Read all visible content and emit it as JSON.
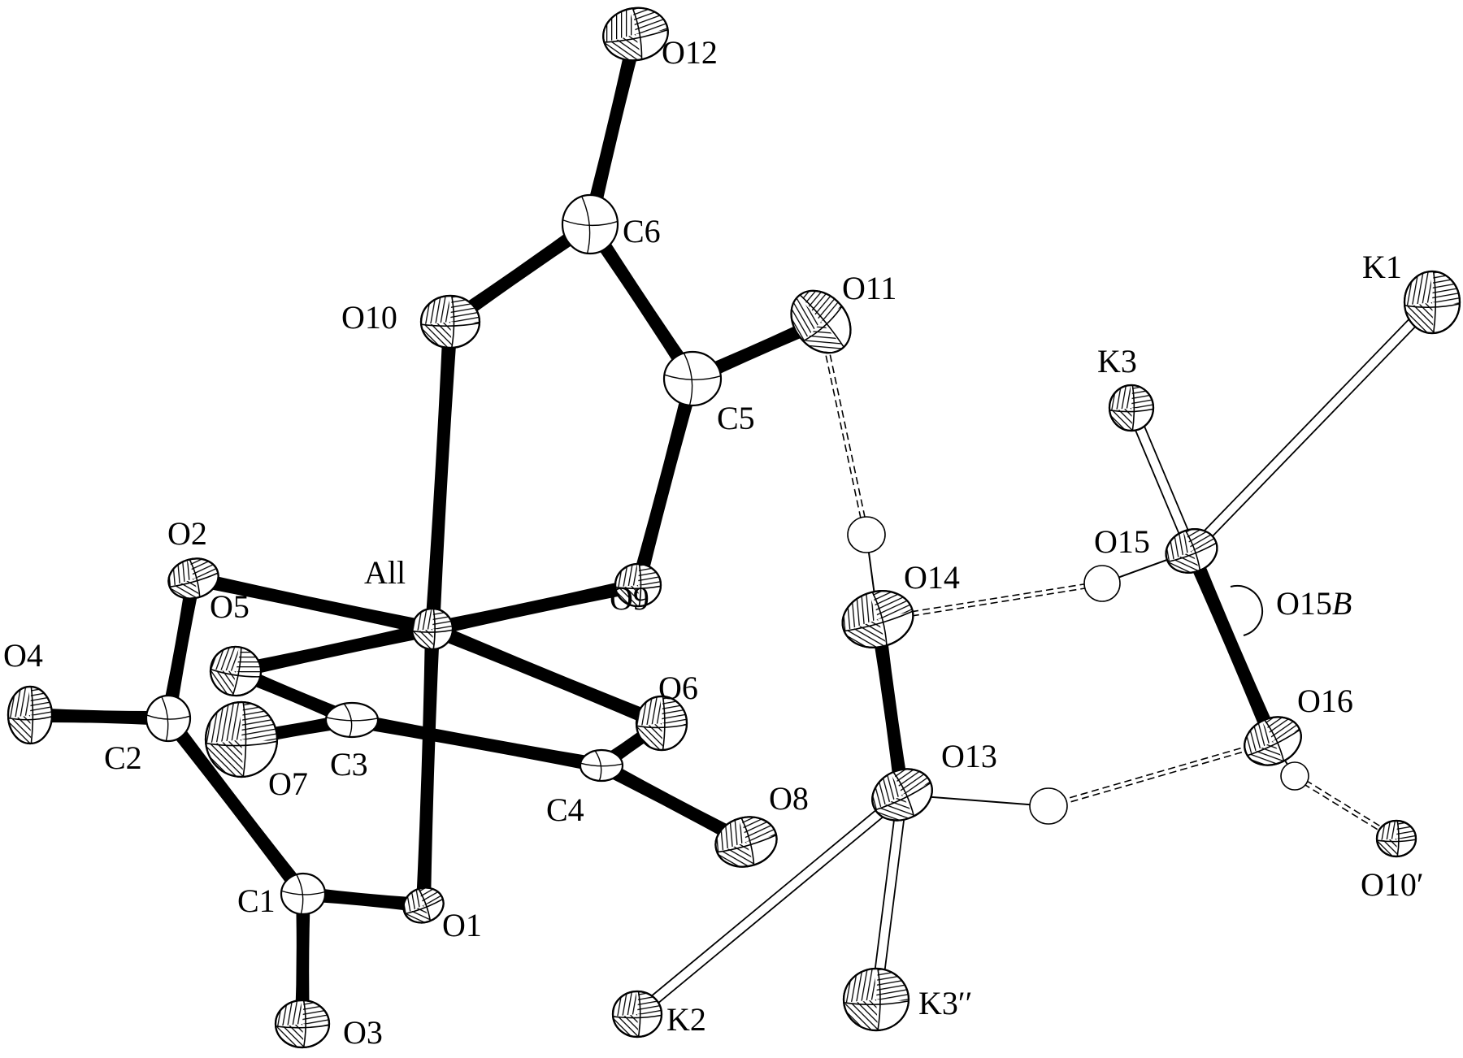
{
  "atoms": [
    {
      "id": "Al1",
      "label": "All"
    },
    {
      "id": "O1",
      "label": "O1"
    },
    {
      "id": "O2",
      "label": "O2"
    },
    {
      "id": "O3",
      "label": "O3"
    },
    {
      "id": "O4",
      "label": "O4"
    },
    {
      "id": "O5",
      "label": "O5"
    },
    {
      "id": "O6",
      "label": "O6"
    },
    {
      "id": "O7",
      "label": "O7"
    },
    {
      "id": "O8",
      "label": "O8"
    },
    {
      "id": "O9",
      "label": "O9"
    },
    {
      "id": "O10",
      "label": "O10"
    },
    {
      "id": "O11",
      "label": "O11"
    },
    {
      "id": "O12",
      "label": "O12"
    },
    {
      "id": "O13",
      "label": "O13"
    },
    {
      "id": "O14",
      "label": "O14"
    },
    {
      "id": "O15",
      "label": "O15"
    },
    {
      "id": "O15B",
      "label_main": "O15",
      "label_suffix": "B"
    },
    {
      "id": "O16",
      "label": "O16"
    },
    {
      "id": "O10p",
      "label": "O10′"
    },
    {
      "id": "C1",
      "label": "C1"
    },
    {
      "id": "C2",
      "label": "C2"
    },
    {
      "id": "C3",
      "label": "C3"
    },
    {
      "id": "C4",
      "label": "C4"
    },
    {
      "id": "C5",
      "label": "C5"
    },
    {
      "id": "C6",
      "label": "C6"
    },
    {
      "id": "K1",
      "label": "K1"
    },
    {
      "id": "K2",
      "label": "K2"
    },
    {
      "id": "K3",
      "label": "K3"
    },
    {
      "id": "K3pp",
      "label": "K3′′"
    }
  ],
  "bonds": {
    "solid": [
      [
        "Al1",
        "O10"
      ],
      [
        "Al1",
        "O9"
      ],
      [
        "Al1",
        "O2"
      ],
      [
        "Al1",
        "O5"
      ],
      [
        "Al1",
        "O6"
      ],
      [
        "Al1",
        "O1"
      ],
      [
        "O10",
        "C6"
      ],
      [
        "C6",
        "O12"
      ],
      [
        "C6",
        "C5"
      ],
      [
        "C5",
        "O11"
      ],
      [
        "C5",
        "O9"
      ],
      [
        "O2",
        "C2"
      ],
      [
        "C2",
        "O4"
      ],
      [
        "C2",
        "C1"
      ],
      [
        "C1",
        "O1"
      ],
      [
        "C1",
        "O3"
      ],
      [
        "O5",
        "C3"
      ],
      [
        "C3",
        "O7"
      ],
      [
        "C3",
        "C4"
      ],
      [
        "C4",
        "O6"
      ],
      [
        "C4",
        "O8"
      ],
      [
        "O14",
        "O13"
      ],
      [
        "O15",
        "O16"
      ]
    ],
    "k_contact": [
      [
        "O15",
        "K1"
      ],
      [
        "O15",
        "K3"
      ],
      [
        "O13",
        "K2"
      ],
      [
        "O13",
        "K3pp"
      ]
    ],
    "oh_thin": [
      [
        "O14",
        "H14"
      ],
      [
        "O15",
        "H15"
      ],
      [
        "O13",
        "H13"
      ],
      [
        "O16",
        "H16"
      ]
    ],
    "hbond": [
      [
        "O11",
        "H14"
      ],
      [
        "O14",
        "H15"
      ],
      [
        "H13",
        "O16"
      ],
      [
        "H16",
        "O10p"
      ]
    ]
  },
  "colors": {
    "ink": "#000000",
    "paper": "#ffffff"
  }
}
